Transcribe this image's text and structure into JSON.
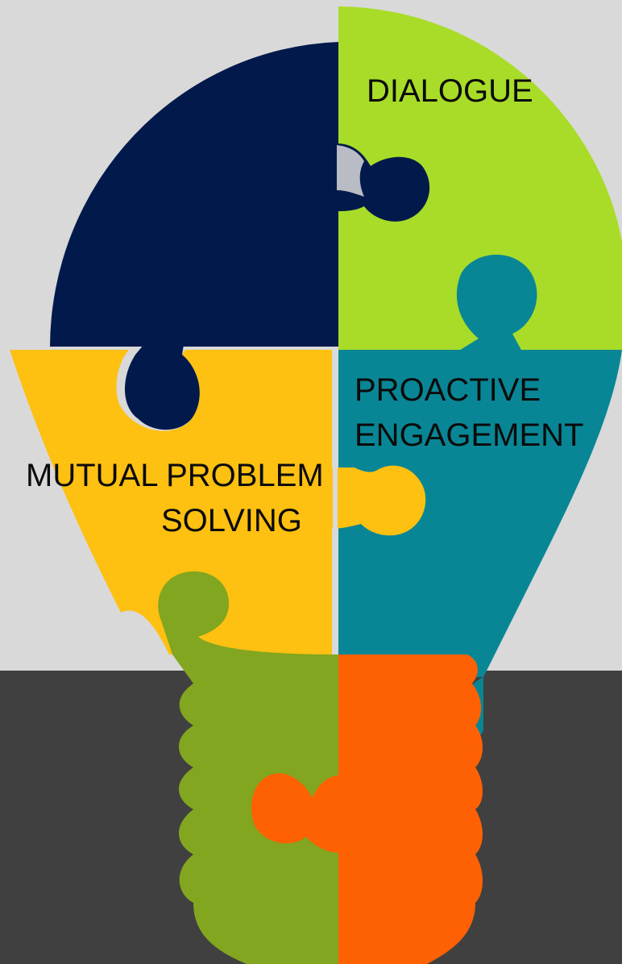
{
  "colors": {
    "background_top": "#d9d9d9",
    "background_bottom": "#404040",
    "navy": "#011a4b",
    "lime": "#a8dc28",
    "teal": "#098695",
    "yellow": "#fec011",
    "olive": "#82a61f",
    "orange": "#fe6104"
  },
  "pieces": [
    {
      "id": "top-left",
      "color": "navy",
      "label": ""
    },
    {
      "id": "top-right",
      "color": "lime",
      "label": "DIALOGUE"
    },
    {
      "id": "mid-right",
      "color": "teal",
      "label": "PROACTIVE ENGAGEMENT"
    },
    {
      "id": "mid-left",
      "color": "yellow",
      "label": "MUTUAL PROBLEM SOLVING"
    },
    {
      "id": "base-left",
      "color": "olive",
      "label": ""
    },
    {
      "id": "base-right",
      "color": "orange",
      "label": ""
    }
  ],
  "labels": {
    "dialogue": "DIALOGUE",
    "proactive_line1": "PROACTIVE",
    "proactive_line2": "ENGAGEMENT",
    "mutual_line1": "MUTUAL PROBLEM",
    "mutual_line2": "SOLVING"
  }
}
